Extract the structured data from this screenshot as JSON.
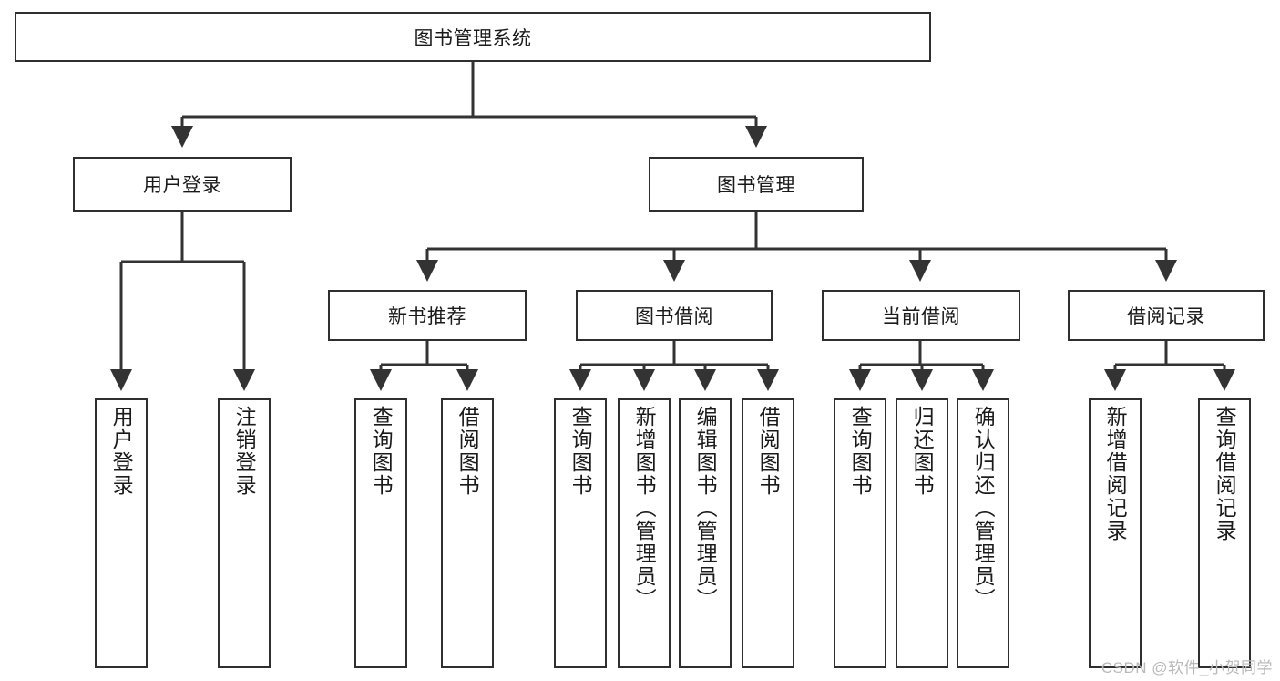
{
  "diagram": {
    "type": "tree-hierarchy",
    "title": "图书管理系统",
    "watermark": "CSDN @软件_小贺同学",
    "levels": {
      "root": {
        "label": "图书管理系统"
      },
      "level1": [
        {
          "id": "user-login",
          "label": "用户登录"
        },
        {
          "id": "book-management",
          "label": "图书管理"
        }
      ],
      "level2": [
        {
          "id": "new-book-recommend",
          "label": "新书推荐",
          "parent": "book-management"
        },
        {
          "id": "book-borrow",
          "label": "图书借阅",
          "parent": "book-management"
        },
        {
          "id": "current-borrow",
          "label": "当前借阅",
          "parent": "book-management"
        },
        {
          "id": "borrow-record",
          "label": "借阅记录",
          "parent": "book-management"
        }
      ],
      "leaves": [
        {
          "id": "leaf-user-login",
          "label": "用户登录",
          "parent": "user-login"
        },
        {
          "id": "leaf-user-logout",
          "label": "注销登录",
          "parent": "user-login"
        },
        {
          "id": "leaf-query-book-1",
          "label": "查询图书",
          "parent": "new-book-recommend"
        },
        {
          "id": "leaf-borrow-book-1",
          "label": "借阅图书",
          "parent": "new-book-recommend"
        },
        {
          "id": "leaf-query-book-2",
          "label": "查询图书",
          "parent": "book-borrow"
        },
        {
          "id": "leaf-add-book",
          "label": "新增图书（管理员）",
          "parent": "book-borrow"
        },
        {
          "id": "leaf-edit-book",
          "label": "编辑图书（管理员）",
          "parent": "book-borrow"
        },
        {
          "id": "leaf-borrow-book-2",
          "label": "借阅图书",
          "parent": "book-borrow"
        },
        {
          "id": "leaf-query-book-3",
          "label": "查询图书",
          "parent": "current-borrow"
        },
        {
          "id": "leaf-return-book",
          "label": "归还图书",
          "parent": "current-borrow"
        },
        {
          "id": "leaf-confirm-return",
          "label": "确认归还（管理员）",
          "parent": "current-borrow"
        },
        {
          "id": "leaf-add-record",
          "label": "新增借阅记录",
          "parent": "borrow-record"
        },
        {
          "id": "leaf-query-record",
          "label": "查询借阅记录",
          "parent": "borrow-record"
        }
      ]
    },
    "colors": {
      "box_border": "#2f2f2f",
      "box_fill": "#ffffff",
      "edge": "#333333",
      "text": "#1a1a1a",
      "watermark": "#b9b9b9"
    }
  }
}
